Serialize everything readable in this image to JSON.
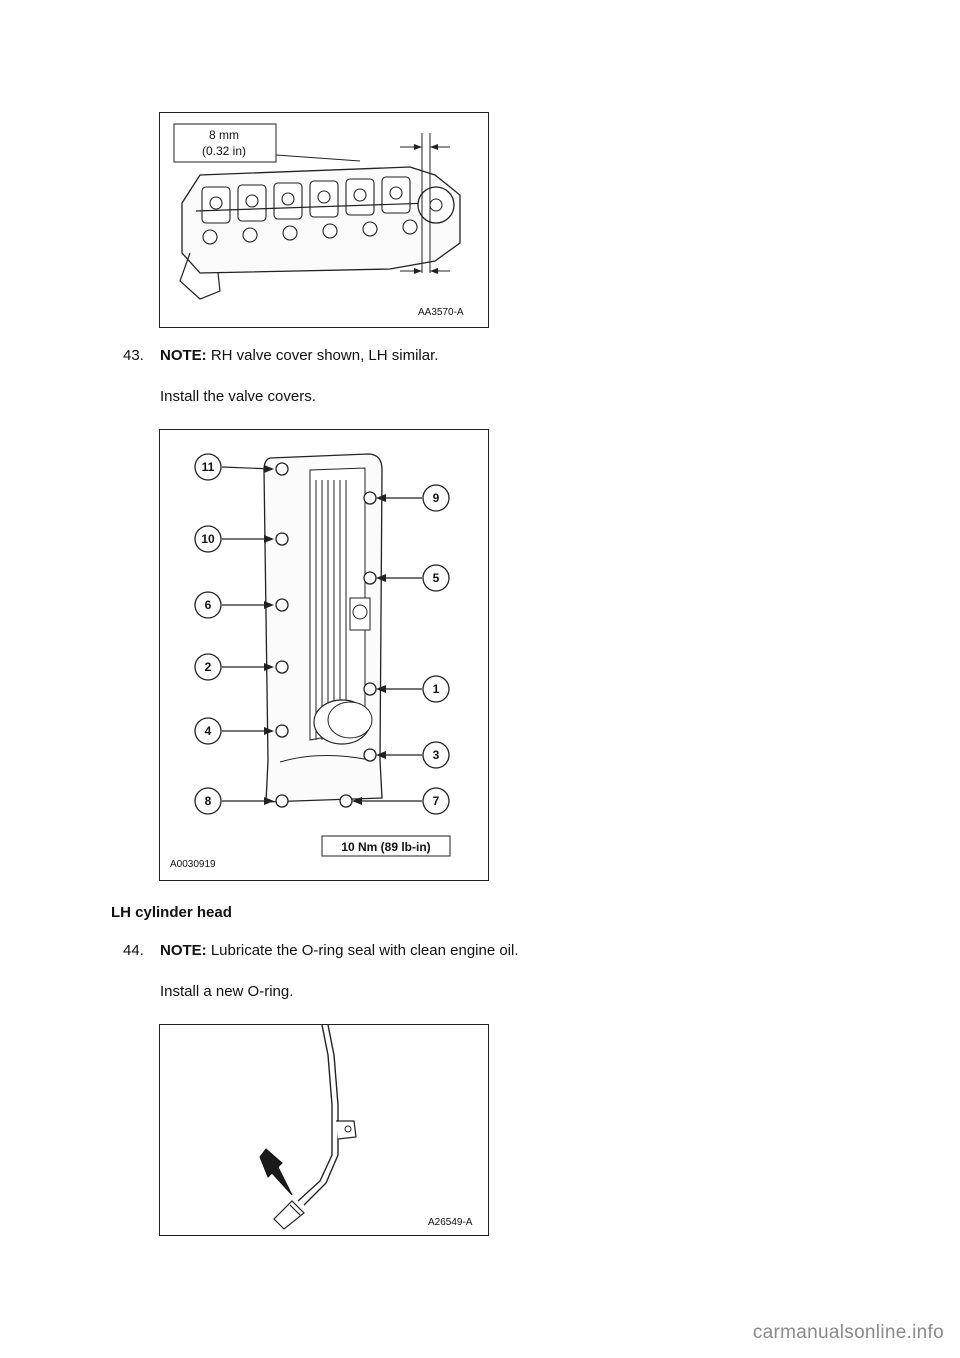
{
  "figures": {
    "cylinder_head": {
      "callout": [
        "8 mm",
        "(0.32 in)"
      ],
      "code": "AA3570-A"
    },
    "valve_cover": {
      "bolt_numbers": [
        "11",
        "10",
        "6",
        "2",
        "4",
        "8",
        "9",
        "5",
        "1",
        "3",
        "7"
      ],
      "torque_label": "10 Nm (89 lb-in)",
      "code": "A0030919"
    },
    "dipstick_tube": {
      "code": "A26549-A"
    }
  },
  "step43": {
    "number": "43.",
    "note_label": "NOTE:",
    "note_text": " RH valve cover shown, LH similar.",
    "instruction": "Install the valve covers."
  },
  "section_heading": "LH cylinder head",
  "step44": {
    "number": "44.",
    "note_label": "NOTE:",
    "note_text": " Lubricate the O-ring seal with clean engine oil.",
    "instruction": "Install a new O-ring."
  },
  "watermark": "carmanualsonline.info"
}
